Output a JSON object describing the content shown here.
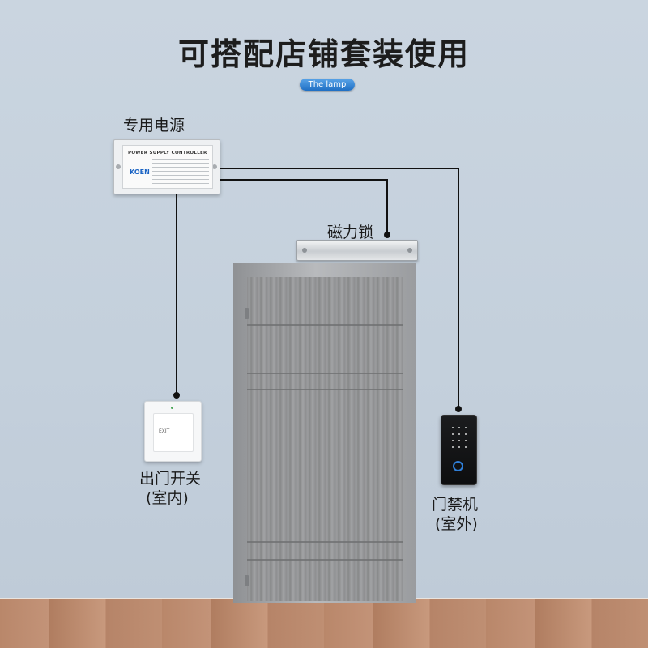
{
  "title": "可搭配店铺套装使用",
  "badge": "The lamp",
  "power_supply": {
    "label": "专用电源",
    "header": "POWER SUPPLY CONTROLLER",
    "brand": "KOEN"
  },
  "magnetic_lock": {
    "label": "磁力锁"
  },
  "exit_switch": {
    "label_line1": "出门开关",
    "label_line2": "(室内)",
    "button_text": "EXIT"
  },
  "access_controller": {
    "label_line1": "门禁机",
    "label_line2": "(室外)"
  },
  "colors": {
    "wall": "#c7d3df",
    "badge": "#2f82d6",
    "wire": "#111111",
    "door": "#929395"
  }
}
